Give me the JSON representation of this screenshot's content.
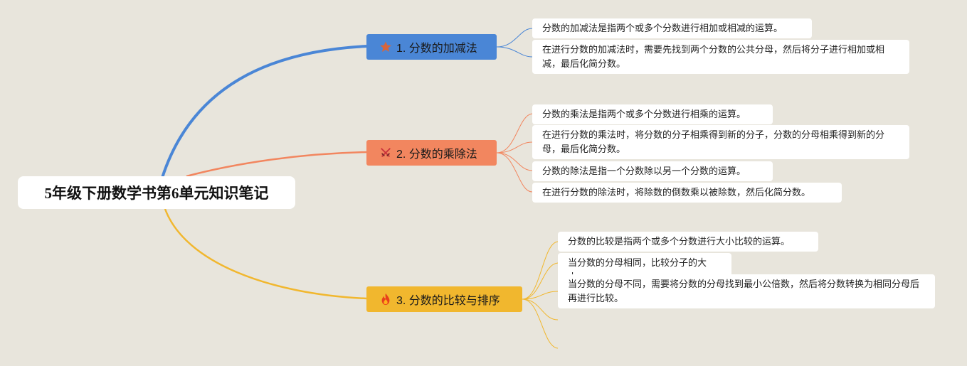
{
  "root": {
    "title": "5年级下册数学书第6单元知识笔记"
  },
  "branches": [
    {
      "label": "1. 分数的加减法",
      "color": "#4a86d6",
      "icon": "star-icon",
      "leaves": [
        "分数的加减法是指两个或多个分数进行相加或相减的运算。",
        "在进行分数的加减法时，需要先找到两个分数的公共分母，然后将分子进行相加或相减，最后化简分数。"
      ]
    },
    {
      "label": "2. 分数的乘除法",
      "color": "#f2865f",
      "icon": "crossed-swords-icon",
      "leaves": [
        "分数的乘法是指两个或多个分数进行相乘的运算。",
        "在进行分数的乘法时，将分数的分子相乘得到新的分子，分数的分母相乘得到新的分母，最后化简分数。",
        "分数的除法是指一个分数除以另一个分数的运算。",
        "在进行分数的除法时，将除数的倒数乘以被除数，然后化简分数。"
      ]
    },
    {
      "label": "3. 分数的比较与排序",
      "color": "#f1b72e",
      "icon": "fire-icon",
      "leaves": [
        "分数的比较是指两个或多个分数进行大小比较的运算。",
        "当分数的分母相同，比较分子的大小。",
        "当分数的分母不同，需要将分数的分母找到最小公倍数，然后将分数转换为相同分母后再进行比较。"
      ]
    }
  ]
}
